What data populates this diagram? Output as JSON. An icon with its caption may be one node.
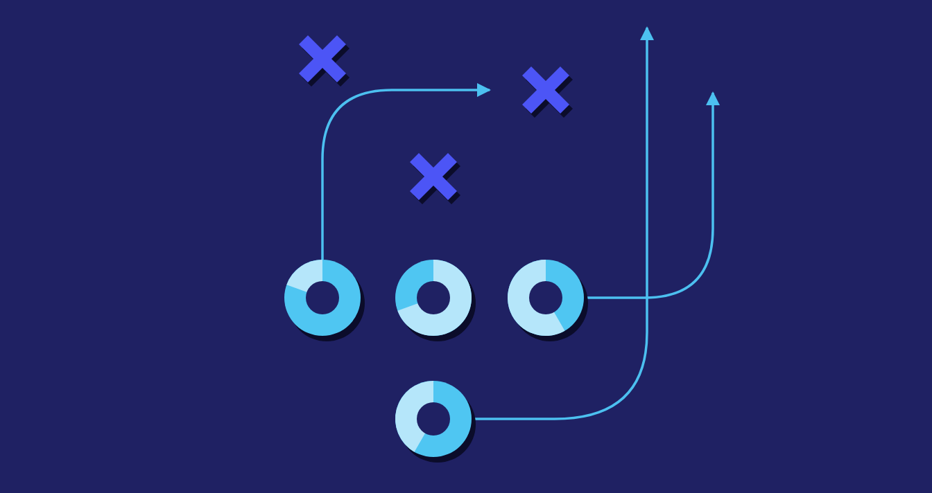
{
  "diagram": {
    "nodes": [
      {
        "text": [],
        "shape": "cross"
      },
      {
        "text": [],
        "shape": "cross"
      },
      {
        "text": [],
        "shape": "cross"
      },
      {
        "text": [],
        "shape": "circle"
      },
      {
        "text": [],
        "shape": "circle"
      },
      {
        "text": [],
        "shape": "circle"
      },
      {
        "text": [],
        "shape": "circle"
      }
    ],
    "edges": [
      {
        "from": 3,
        "to": null,
        "arrow": "to"
      },
      {
        "from": 5,
        "to": null,
        "arrow": "to"
      },
      {
        "from": 6,
        "to": null,
        "arrow": "to"
      }
    ]
  }
}
